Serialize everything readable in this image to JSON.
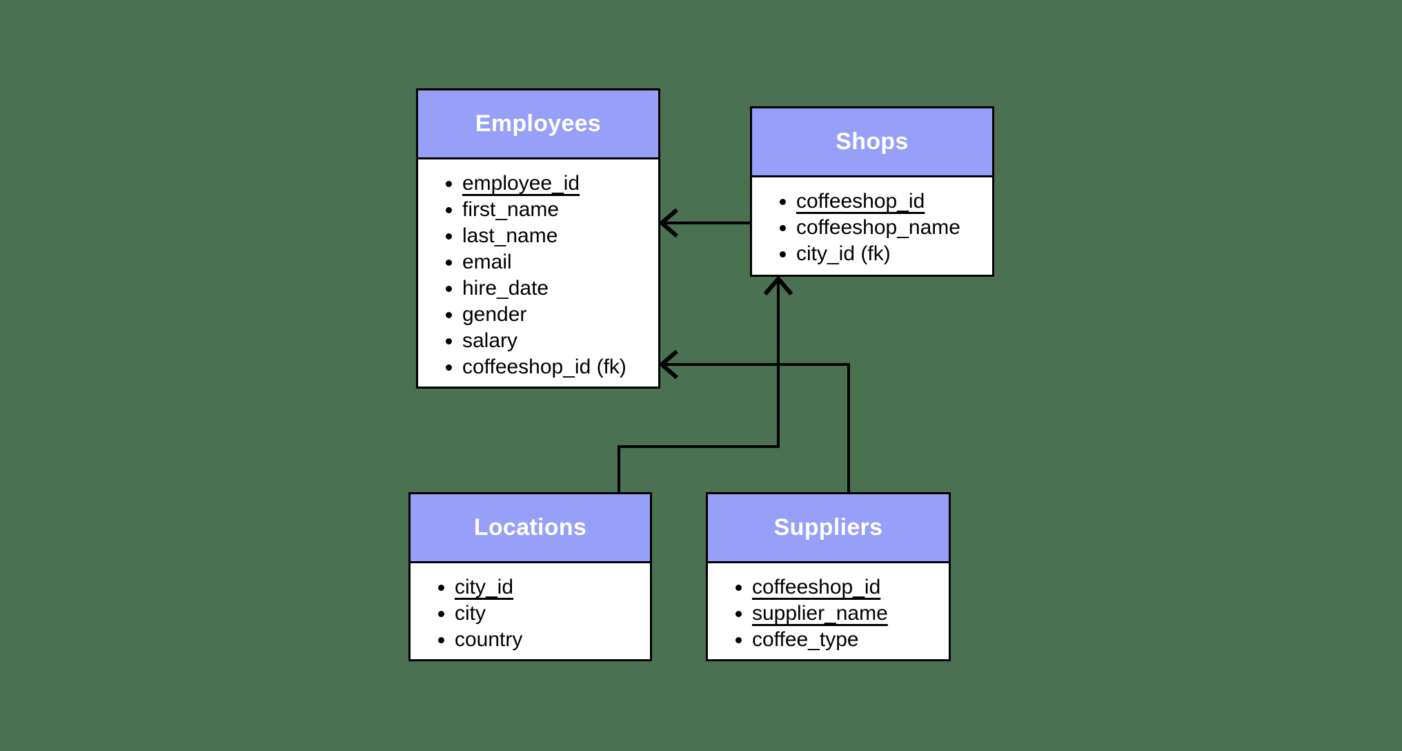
{
  "diagram": {
    "type": "entity-relationship",
    "colors": {
      "background": "#4A7152",
      "table_header": "#96A0F8",
      "table_body": "#FFFFFF",
      "border_and_lines": "#000000",
      "title_text": "#FFFFFF",
      "field_text": "#000000"
    },
    "tables": {
      "employees": {
        "title": "Employees",
        "fields": [
          {
            "label": "employee_id",
            "pk": true
          },
          {
            "label": "first_name",
            "pk": false
          },
          {
            "label": "last_name",
            "pk": false
          },
          {
            "label": "email",
            "pk": false
          },
          {
            "label": "hire_date",
            "pk": false
          },
          {
            "label": "gender",
            "pk": false
          },
          {
            "label": "salary",
            "pk": false
          },
          {
            "label": "coffeeshop_id (fk)",
            "pk": false
          }
        ]
      },
      "shops": {
        "title": "Shops",
        "fields": [
          {
            "label": "coffeeshop_id",
            "pk": true
          },
          {
            "label": "coffeeshop_name",
            "pk": false
          },
          {
            "label": "city_id (fk)",
            "pk": false
          }
        ]
      },
      "locations": {
        "title": "Locations",
        "fields": [
          {
            "label": "city_id",
            "pk": true
          },
          {
            "label": "city",
            "pk": false
          },
          {
            "label": "country",
            "pk": false
          }
        ]
      },
      "suppliers": {
        "title": "Suppliers",
        "fields": [
          {
            "label": "coffeeshop_id",
            "pk": true
          },
          {
            "label": "supplier_name",
            "pk": true
          },
          {
            "label": "coffee_type",
            "pk": false
          }
        ]
      }
    },
    "relationships": [
      {
        "from": "Shops",
        "to": "Employees",
        "arrow_points_at": "Employees"
      },
      {
        "from": "Suppliers",
        "to": "Employees",
        "arrow_points_at": "Employees"
      },
      {
        "from": "Locations",
        "to": "Shops",
        "arrow_points_at": "Shops"
      }
    ]
  }
}
